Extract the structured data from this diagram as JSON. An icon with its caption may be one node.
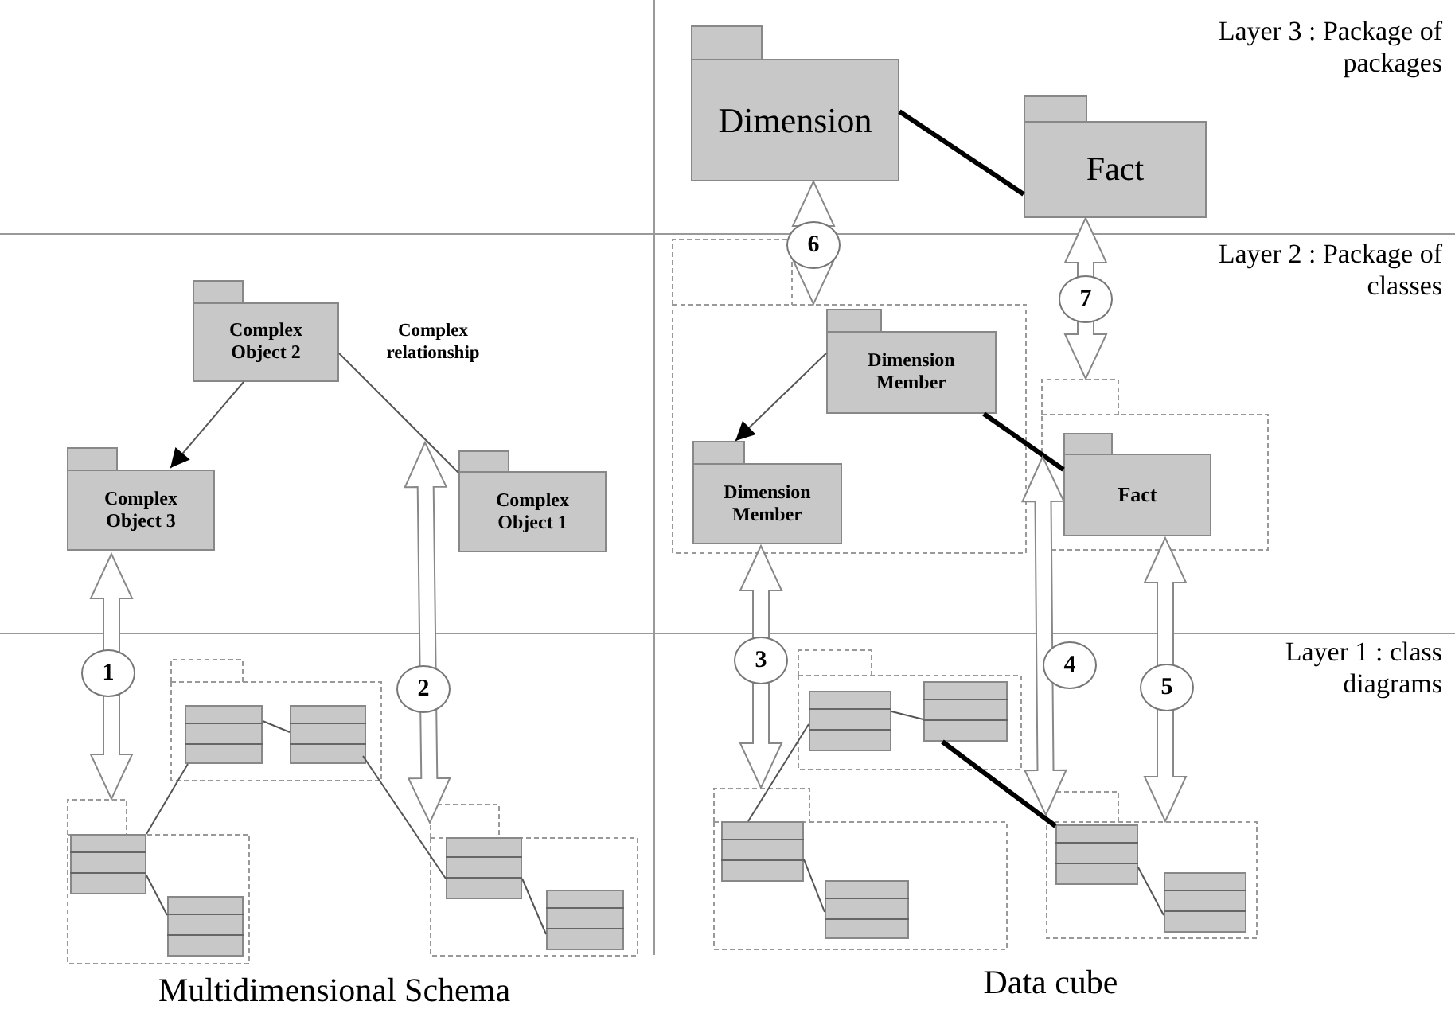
{
  "diagram": {
    "nodes": [
      {
        "text": [
          "Dimension"
        ]
      },
      {
        "text": [
          "Fact"
        ]
      },
      {
        "text": [
          "Complex Object 2"
        ]
      },
      {
        "text": [
          "Complex Object 3"
        ]
      },
      {
        "text": [
          "Complex Object 1"
        ]
      },
      {
        "text": [],
        "shape": "folder"
      },
      {
        "text": [
          "Dimension Member"
        ],
        "in": 5
      },
      {
        "text": [
          "Dimension Member"
        ],
        "in": 5
      },
      {
        "text": [],
        "shape": "folder"
      },
      {
        "text": [
          "Fact"
        ],
        "in": 8
      },
      {
        "text": [],
        "shape": "folder"
      },
      {
        "text": [],
        "shape": "box",
        "in": 10
      },
      {
        "text": [],
        "shape": "box",
        "in": 10
      },
      {
        "text": [],
        "shape": "folder"
      },
      {
        "text": [],
        "shape": "box",
        "in": 13
      },
      {
        "text": [],
        "shape": "box",
        "in": 13
      },
      {
        "text": [],
        "shape": "folder"
      },
      {
        "text": [],
        "shape": "box",
        "in": 16
      },
      {
        "text": [],
        "shape": "box",
        "in": 16
      },
      {
        "text": [],
        "shape": "folder"
      },
      {
        "text": [],
        "shape": "box",
        "in": 19
      },
      {
        "text": [],
        "shape": "box",
        "in": 19
      },
      {
        "text": [],
        "shape": "folder"
      },
      {
        "text": [],
        "shape": "box",
        "in": 22
      },
      {
        "text": [],
        "shape": "box",
        "in": 22
      },
      {
        "text": [],
        "shape": "folder"
      },
      {
        "text": [],
        "shape": "box",
        "in": 25
      },
      {
        "text": [],
        "shape": "box",
        "in": 25
      }
    ],
    "edges": [
      {
        "from": 0,
        "to": 1,
        "arrow": "none",
        "style": "thick"
      },
      {
        "from": 0,
        "to": 5,
        "arrow": "both",
        "label": "6"
      },
      {
        "from": 1,
        "to": 8,
        "arrow": "both",
        "label": "7"
      },
      {
        "from": 2,
        "to": 3,
        "arrow": "to"
      },
      {
        "from": 2,
        "to": 4,
        "arrow": "none",
        "label": "Complex relationship"
      },
      {
        "from": 6,
        "to": 7,
        "arrow": "to"
      },
      {
        "from": 6,
        "to": 9,
        "arrow": "none",
        "style": "thick"
      },
      {
        "from": 3,
        "to": 13,
        "arrow": "both",
        "label": "1"
      },
      {
        "from": null,
        "to": 16,
        "arrow": "both",
        "label": "2"
      },
      {
        "from": 7,
        "to": 22,
        "arrow": "both",
        "label": "3"
      },
      {
        "from": null,
        "to": 25,
        "arrow": "both",
        "label": "4"
      },
      {
        "from": 9,
        "to": 25,
        "arrow": "both",
        "label": "5"
      },
      {
        "from": 11,
        "to": 12,
        "arrow": "none"
      },
      {
        "from": 11,
        "to": 14,
        "arrow": "none"
      },
      {
        "from": 12,
        "to": 17,
        "arrow": "none"
      },
      {
        "from": 14,
        "to": 15,
        "arrow": "none"
      },
      {
        "from": 17,
        "to": 18,
        "arrow": "none"
      },
      {
        "from": 20,
        "to": 21,
        "arrow": "none"
      },
      {
        "from": 20,
        "to": 23,
        "arrow": "none"
      },
      {
        "from": 21,
        "to": 26,
        "arrow": "none",
        "style": "thick"
      },
      {
        "from": 23,
        "to": 24,
        "arrow": "none"
      },
      {
        "from": 26,
        "to": 27,
        "arrow": "none"
      }
    ],
    "labels": [
      "Layer 3 : Package of packages",
      "Layer 2 : Package of classes",
      "Layer 1 : class diagrams",
      "Multidimensional Schema",
      "Data cube"
    ]
  }
}
